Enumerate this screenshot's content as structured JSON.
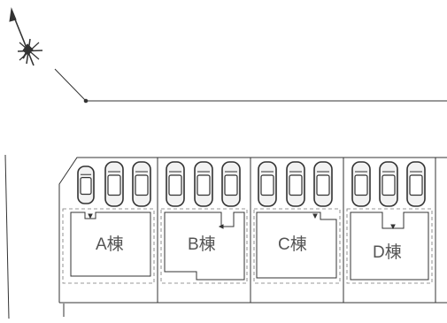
{
  "buildings": [
    {
      "label": "A棟"
    },
    {
      "label": "B棟"
    },
    {
      "label": "C棟"
    },
    {
      "label": "D棟"
    }
  ],
  "compass": {
    "icon": "compass-north-arrow-icon"
  },
  "colors": {
    "line": "#333333",
    "dash": "#777777",
    "text": "#555555",
    "car_fill": "#f2f2f2"
  }
}
